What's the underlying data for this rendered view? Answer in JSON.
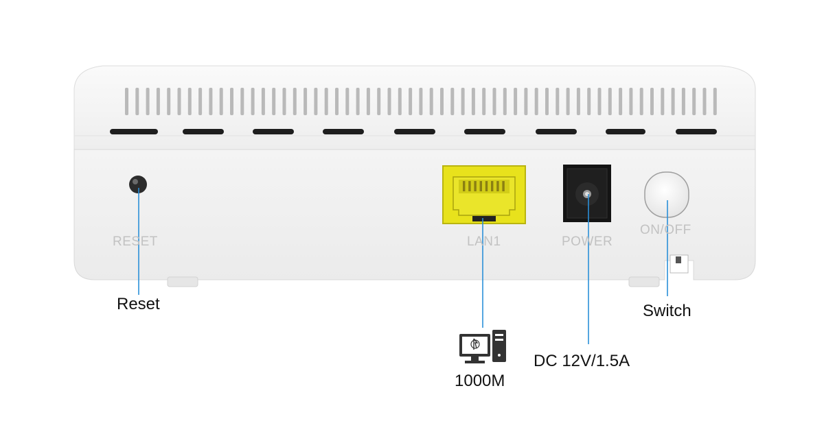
{
  "device_labels": {
    "reset": "RESET",
    "lan": "LAN1",
    "power": "POWER",
    "on_off": "ON/OFF"
  },
  "callouts": {
    "reset": "Reset",
    "lan_speed": "1000M",
    "power_rating": "DC 12V/1.5A",
    "switch": "Switch"
  },
  "colors": {
    "body": "#efefef",
    "lan_port": "#e8e21c",
    "leader_line": "#2a8fd8",
    "panel_text": "#c2c2c2",
    "callout_text": "#111111"
  },
  "icons": [
    "computer-icon"
  ]
}
